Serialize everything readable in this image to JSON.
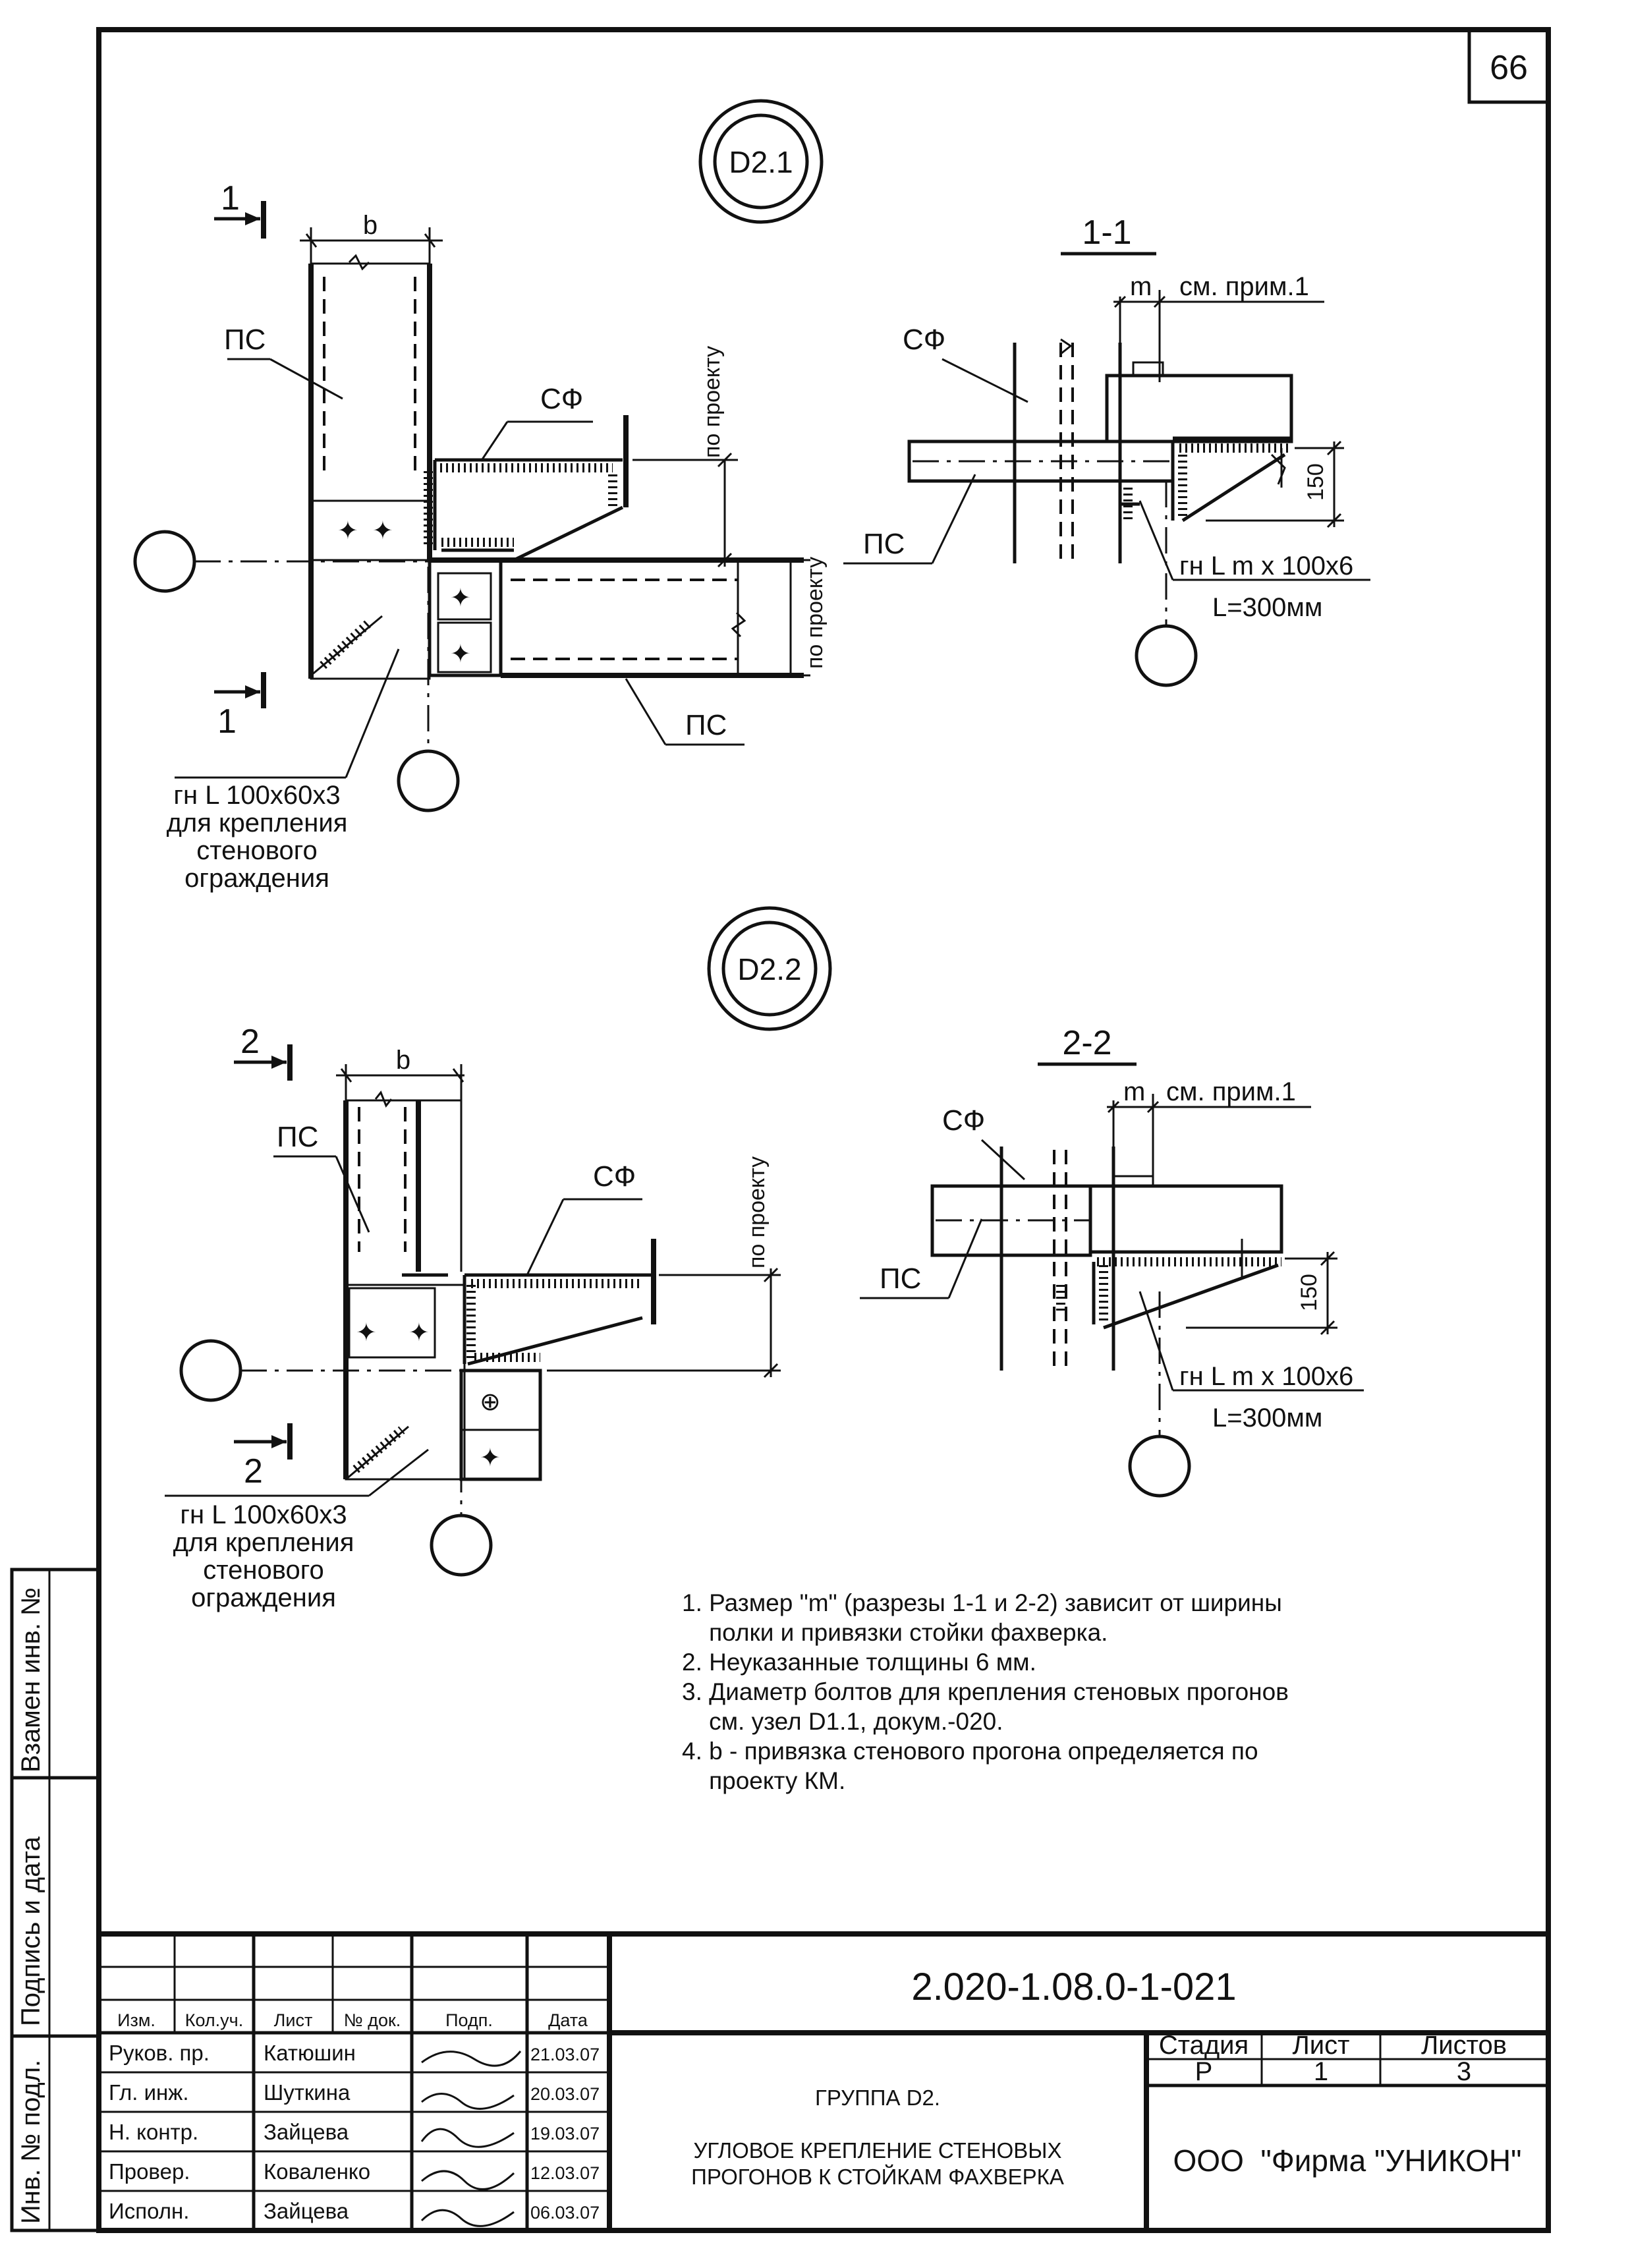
{
  "sheet_number": "66",
  "node_1": {
    "id": "D2.1",
    "section_marker_top": "1",
    "section_marker_bottom": "1",
    "dim_b": "b",
    "label_ps_top": "ПС",
    "label_sf": "СФ",
    "label_ps_bottom": "ПС",
    "dim_by_project_upper": "по проекту",
    "dim_by_project_lower": "по проекту",
    "angle_callout": [
      "гн L 100х60х3",
      "для крепления",
      "стенового",
      "ограждения"
    ]
  },
  "section_1": {
    "title": "1-1",
    "dim_m": "m",
    "note_ref": "см. прим.1",
    "label_sf": "СФ",
    "label_ps": "ПС",
    "dim_150": "150",
    "angle_callout": [
      "гн L  m х 100х6",
      "L=300мм"
    ]
  },
  "node_2": {
    "id": "D2.2",
    "section_marker_top": "2",
    "section_marker_bottom": "2",
    "dim_b": "b",
    "label_ps": "ПС",
    "label_sf": "СФ",
    "dim_by_project": "по проекту",
    "angle_callout": [
      "гн L 100х60х3",
      "для крепления",
      "стенового",
      "ограждения"
    ]
  },
  "section_2": {
    "title": "2-2",
    "dim_m": "m",
    "note_ref": "см. прим.1",
    "label_sf": "СФ",
    "label_ps": "ПС",
    "dim_150": "150",
    "angle_callout": [
      "гн L  m х 100х6",
      "L=300мм"
    ]
  },
  "notes": [
    "1. Размер \"m\" (разрезы 1-1 и 2-2) зависит от ширины",
    "    полки и привязки стойки фахверка.",
    "2. Неуказанные толщины 6 мм.",
    "3. Диаметр болтов для крепления стеновых прогонов",
    "    см. узел D1.1, докум.-020.",
    "4. b - привязка стенового прогона определяется по",
    "    проекту КМ."
  ],
  "side_stamps": [
    "Взамен инв. №",
    "Подпись и дата",
    "Инв. № подл."
  ],
  "title_block": {
    "designation": "2.020-1.08.0-1-021",
    "headers": [
      "Изм.",
      "Кол.уч.",
      "Лист",
      "№ док.",
      "Подп.",
      "Дата"
    ],
    "people": [
      {
        "role": "Руков. пр.",
        "name": "Катюшин",
        "date": "21.03.07"
      },
      {
        "role": "Гл. инж.",
        "name": "Шуткина",
        "date": "20.03.07"
      },
      {
        "role": "Н. контр.",
        "name": "Зайцева",
        "date": "19.03.07"
      },
      {
        "role": "Провер.",
        "name": "Коваленко",
        "date": "12.03.07"
      },
      {
        "role": "Исполн.",
        "name": "Зайцева",
        "date": "06.03.07"
      }
    ],
    "group": "ГРУППА D2.",
    "title_lines": [
      "УГЛОВОЕ КРЕПЛЕНИЕ СТЕНОВЫХ",
      "ПРОГОНОВ К СТОЙКАМ ФАХВЕРКА"
    ],
    "stage_header": "Стадия",
    "sheet_header": "Лист",
    "sheets_header": "Листов",
    "stage": "Р",
    "sheet": "1",
    "sheets": "3",
    "company": "ООО  \"Фирма \"УНИКОН\""
  }
}
